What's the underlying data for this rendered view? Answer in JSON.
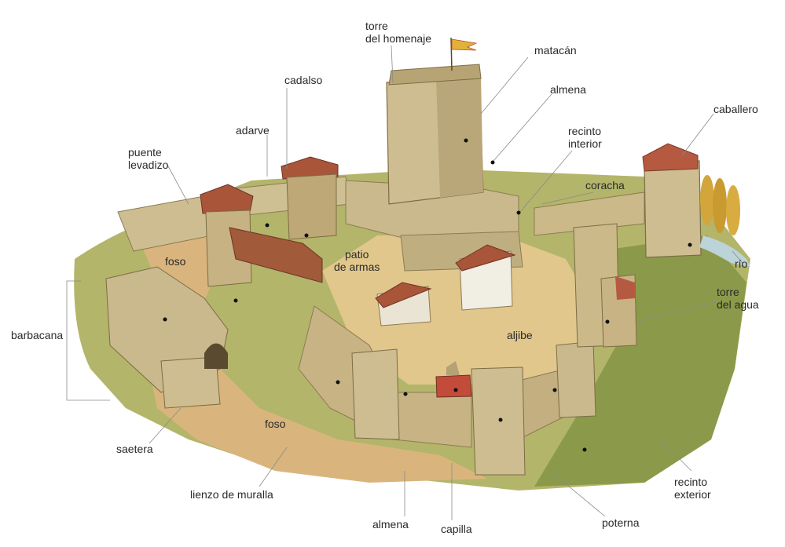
{
  "labels": {
    "torre_del_homenaje": [
      "torre",
      "del homenaje"
    ],
    "matacan": "matacán",
    "cadalso": "cadalso",
    "almena_top": "almena",
    "adarve": "adarve",
    "recinto_interior": [
      "recinto",
      "interior"
    ],
    "caballero": "caballero",
    "puente_levadizo": [
      "puente",
      "levadizo"
    ],
    "coracha": "coracha",
    "foso_upper": "foso",
    "patio_de_armas": [
      "patio",
      "de armas"
    ],
    "rio": "río",
    "torre_del_agua": [
      "torre",
      "del agua"
    ],
    "barbacana": "barbacana",
    "aljibe": "aljibe",
    "foso_lower": "foso",
    "saetera": "saetera",
    "lienzo_de_muralla": "lienzo de muralla",
    "recinto_exterior": [
      "recinto",
      "exterior"
    ],
    "almena_bottom": "almena",
    "capilla": "capilla",
    "poterna": "poterna"
  },
  "colors": {
    "stone": "#c9b98c",
    "stone_dark": "#9c8a5c",
    "grass": "#8ca04a",
    "earth": "#d6b178",
    "roof": "#a8553a",
    "flag": "#e0b23a"
  }
}
